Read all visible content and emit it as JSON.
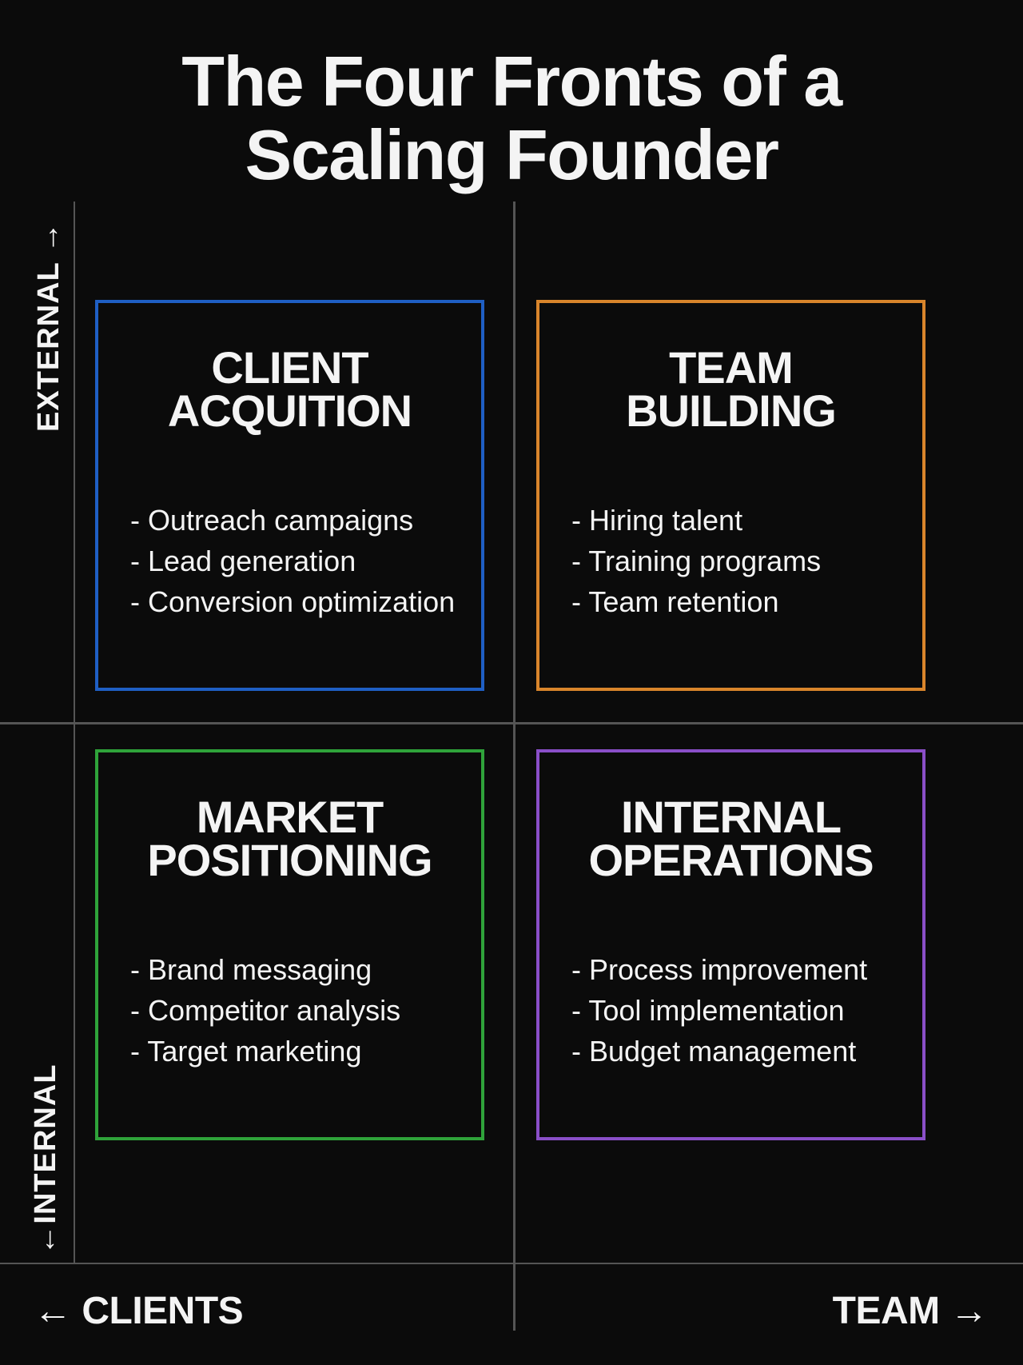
{
  "title": {
    "line1": "The Four Fronts of a",
    "line2": "Scaling Founder"
  },
  "axes": {
    "top_left_vertical": "EXTERNAL",
    "bottom_left_vertical": "INTERNAL",
    "bottom_left_horizontal": "CLIENTS",
    "bottom_right_horizontal": "TEAM",
    "arrow_up": "→",
    "arrow_down": "←",
    "arrow_left": "←",
    "arrow_right": "→"
  },
  "quadrants": [
    {
      "id": "top-left",
      "title_line1": "CLIENT",
      "title_line2": "ACQUITION",
      "color": "#1f5fc4",
      "items": [
        "- Outreach campaigns",
        "- Lead generation",
        "- Conversion optimization"
      ]
    },
    {
      "id": "top-right",
      "title_line1": "TEAM",
      "title_line2": "BUILDING",
      "color": "#d9852b",
      "items": [
        "- Hiring talent",
        "- Training programs",
        "- Team retention"
      ]
    },
    {
      "id": "bottom-left",
      "title_line1": "MARKET",
      "title_line2": "POSITIONING",
      "color": "#2fa33a",
      "items": [
        "- Brand messaging",
        "- Competitor analysis",
        "- Target marketing"
      ]
    },
    {
      "id": "bottom-right",
      "title_line1": "INTERNAL",
      "title_line2": "OPERATIONS",
      "color": "#8a4fc8",
      "items": [
        "- Process improvement",
        "- Tool implementation",
        "- Budget management"
      ]
    }
  ],
  "colors": {
    "background": "#0b0b0b",
    "text": "#f4f4f4",
    "grid_line": "#555555"
  }
}
